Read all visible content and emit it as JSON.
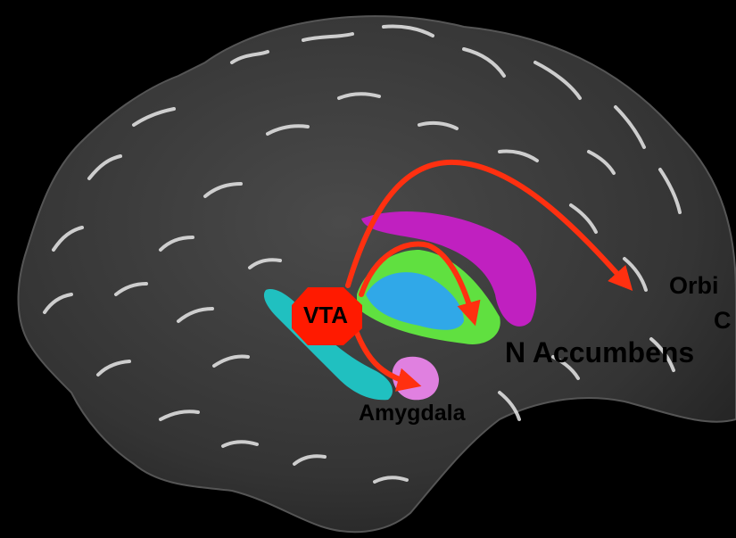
{
  "labels": {
    "vta": "VTA",
    "amygdala": "Amygdala",
    "n_accumbens": "N Accumbens",
    "orbitofrontal_line1": "Orbi",
    "orbitofrontal_line2": "C"
  },
  "colors": {
    "background": "#000000",
    "brain": "#3a3a3a",
    "arrows": "#ff3010",
    "vta": "#ff1a00",
    "caudate": "#c020c0",
    "striatum_green": "#60e040",
    "striatum_blue": "#30a8e8",
    "hippocampus": "#20c0c0",
    "amygdala": "#e080e0"
  }
}
